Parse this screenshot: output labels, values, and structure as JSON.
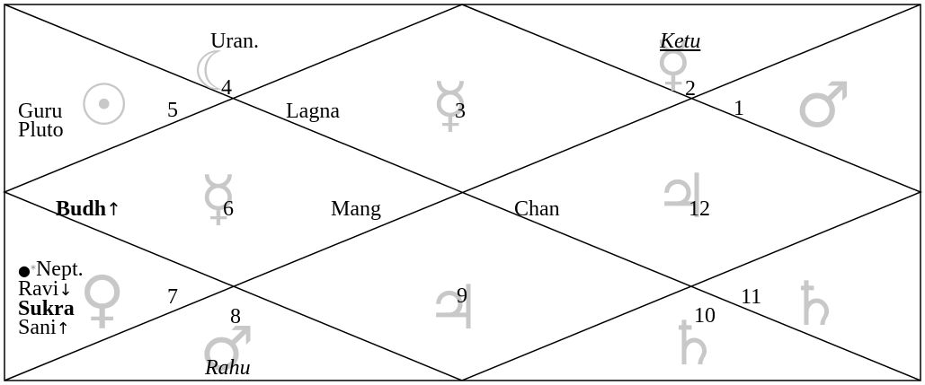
{
  "chart": {
    "houses": {
      "h1": "1",
      "h2": "2",
      "h3": "3",
      "h4": "4",
      "h5": "5",
      "h6": "6",
      "h7": "7",
      "h8": "8",
      "h9": "9",
      "h10": "10",
      "h11": "11",
      "h12": "12"
    },
    "planets": {
      "uranus": "Uran.",
      "ketu": "Ketu",
      "guru": "Guru",
      "pluto": "Pluto",
      "lagna": "Lagna",
      "budh": "Budh",
      "budh_marker": "↑",
      "mang": "Mang",
      "chan": "Chan",
      "nept_marker": "●",
      "nept_spark": "*",
      "nept": "Nept.",
      "ravi": "Ravi",
      "ravi_marker": "↓",
      "sukra": "Sukra",
      "sani": "Sani",
      "sani_marker": "↑",
      "rahu": "Rahu"
    },
    "glyphs": {
      "moon": "☾",
      "sun": "☉",
      "mercury_center": "☿",
      "mercury_top_right": "☿",
      "mars_right": "♂",
      "mercury_left": "☿",
      "jupiter_right": "♃",
      "venus": "♀",
      "mars_bottom": "♂",
      "jupiter_bottom": "♃",
      "saturn_bottom": "♄",
      "saturn_right": "♄"
    }
  }
}
